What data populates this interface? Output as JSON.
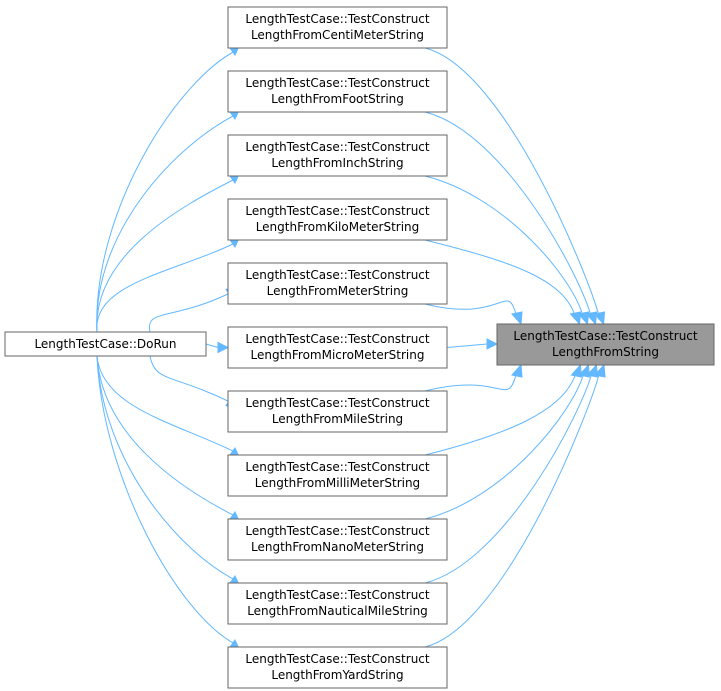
{
  "target": {
    "line1": "LengthTestCase::TestConstruct",
    "line2": "LengthFromString"
  },
  "root": {
    "label": "LengthTestCase::DoRun"
  },
  "middle": [
    {
      "line1": "LengthTestCase::TestConstruct",
      "line2": "LengthFromCentiMeterString"
    },
    {
      "line1": "LengthTestCase::TestConstruct",
      "line2": "LengthFromFootString"
    },
    {
      "line1": "LengthTestCase::TestConstruct",
      "line2": "LengthFromInchString"
    },
    {
      "line1": "LengthTestCase::TestConstruct",
      "line2": "LengthFromKiloMeterString"
    },
    {
      "line1": "LengthTestCase::TestConstruct",
      "line2": "LengthFromMeterString"
    },
    {
      "line1": "LengthTestCase::TestConstruct",
      "line2": "LengthFromMicroMeterString"
    },
    {
      "line1": "LengthTestCase::TestConstruct",
      "line2": "LengthFromMileString"
    },
    {
      "line1": "LengthTestCase::TestConstruct",
      "line2": "LengthFromMilliMeterString"
    },
    {
      "line1": "LengthTestCase::TestConstruct",
      "line2": "LengthFromNanoMeterString"
    },
    {
      "line1": "LengthTestCase::TestConstruct",
      "line2": "LengthFromNauticalMileString"
    },
    {
      "line1": "LengthTestCase::TestConstruct",
      "line2": "LengthFromYardString"
    }
  ],
  "colors": {
    "edge": "#63b8ff",
    "node_border": "#666666",
    "highlight_fill": "#999999"
  }
}
